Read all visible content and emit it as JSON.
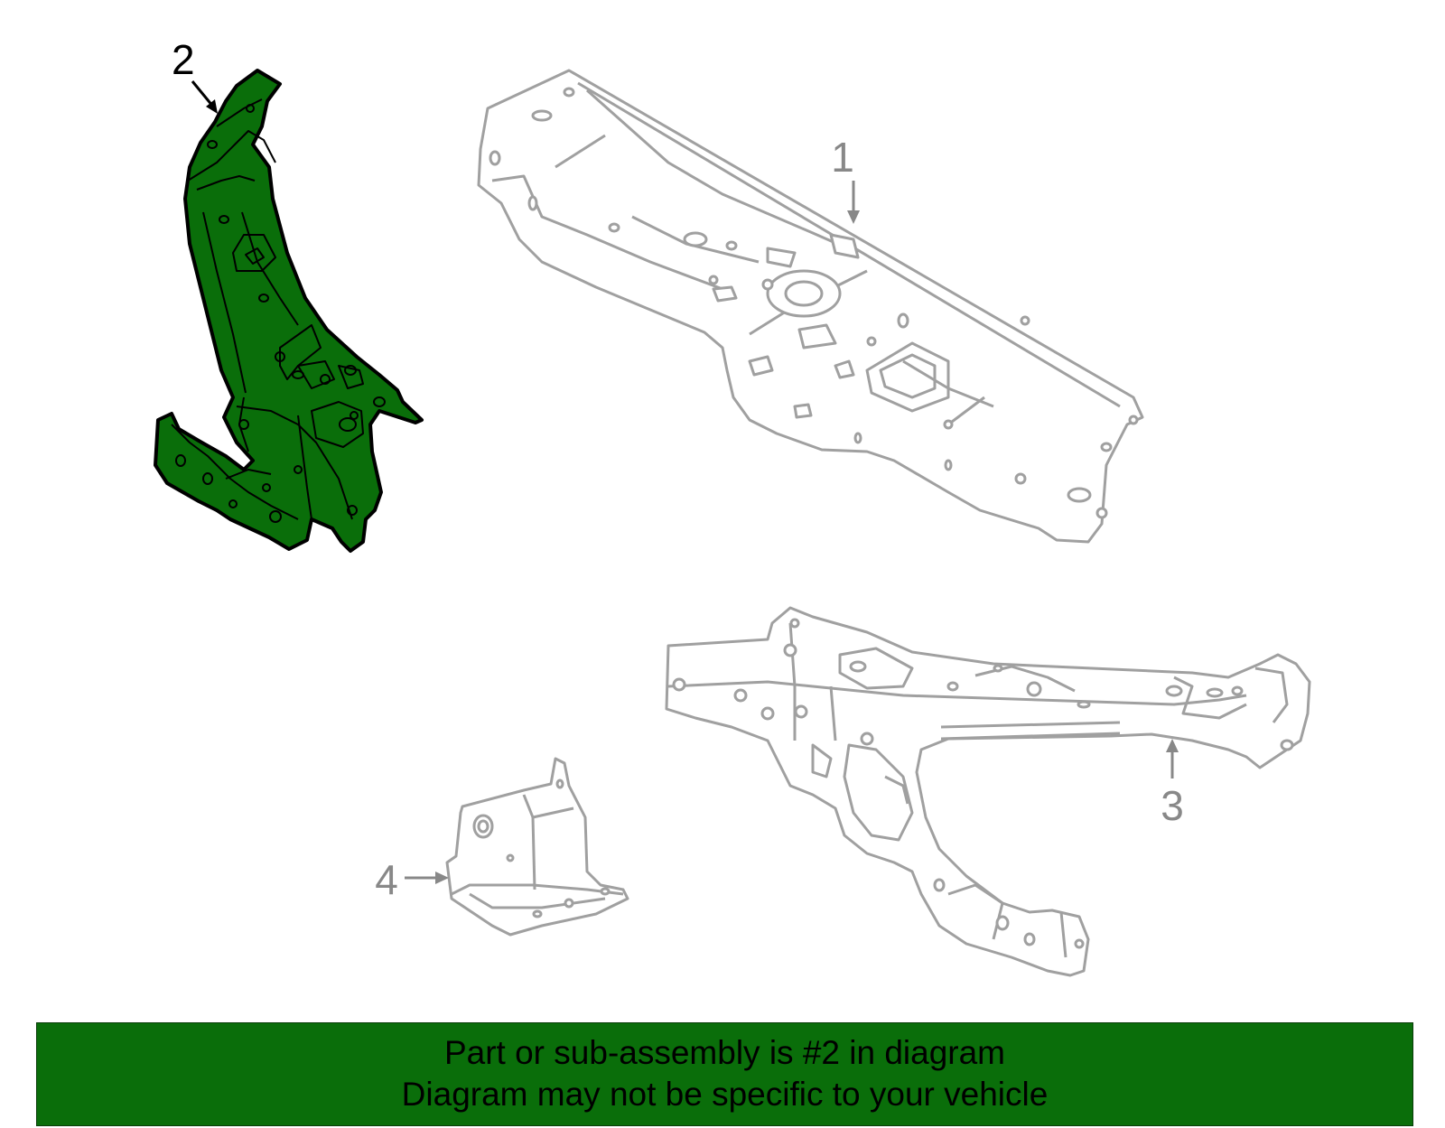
{
  "colors": {
    "highlight_fill": "#0a6e0a",
    "highlight_outline": "#000000",
    "part_outline": "#a0a0a0",
    "callout_gray": "#888888",
    "banner_bg": "#0a6e0a",
    "banner_text": "#000000"
  },
  "callouts": {
    "part_1": "1",
    "part_2": "2",
    "part_3": "3",
    "part_4": "4"
  },
  "highlighted_part": "2",
  "banner": {
    "line1": "Part or sub-assembly is #2 in diagram",
    "line2": "Diagram may not be specific to your vehicle"
  }
}
